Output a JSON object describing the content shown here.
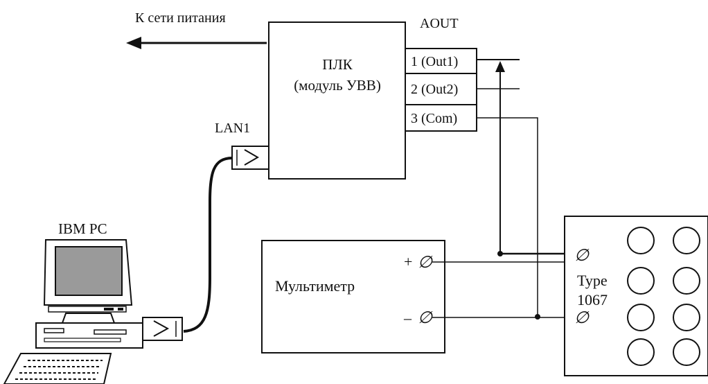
{
  "power_label": "К сети питания",
  "aout_label": "AOUT",
  "plc": {
    "title": "ПЛК",
    "subtitle": "(модуль УВВ)"
  },
  "ports": [
    {
      "label": "1 (Out1)"
    },
    {
      "label": "2 (Out2)"
    },
    {
      "label": "3 (Com)"
    }
  ],
  "lan_label": "LAN1",
  "pc_label": "IBM PC",
  "multimeter": {
    "label": "Мультиметр",
    "plus": "+",
    "minus": "–"
  },
  "terminal_symbol": "∅",
  "calibrator": {
    "type_label": "Type",
    "model_label": "1067"
  }
}
